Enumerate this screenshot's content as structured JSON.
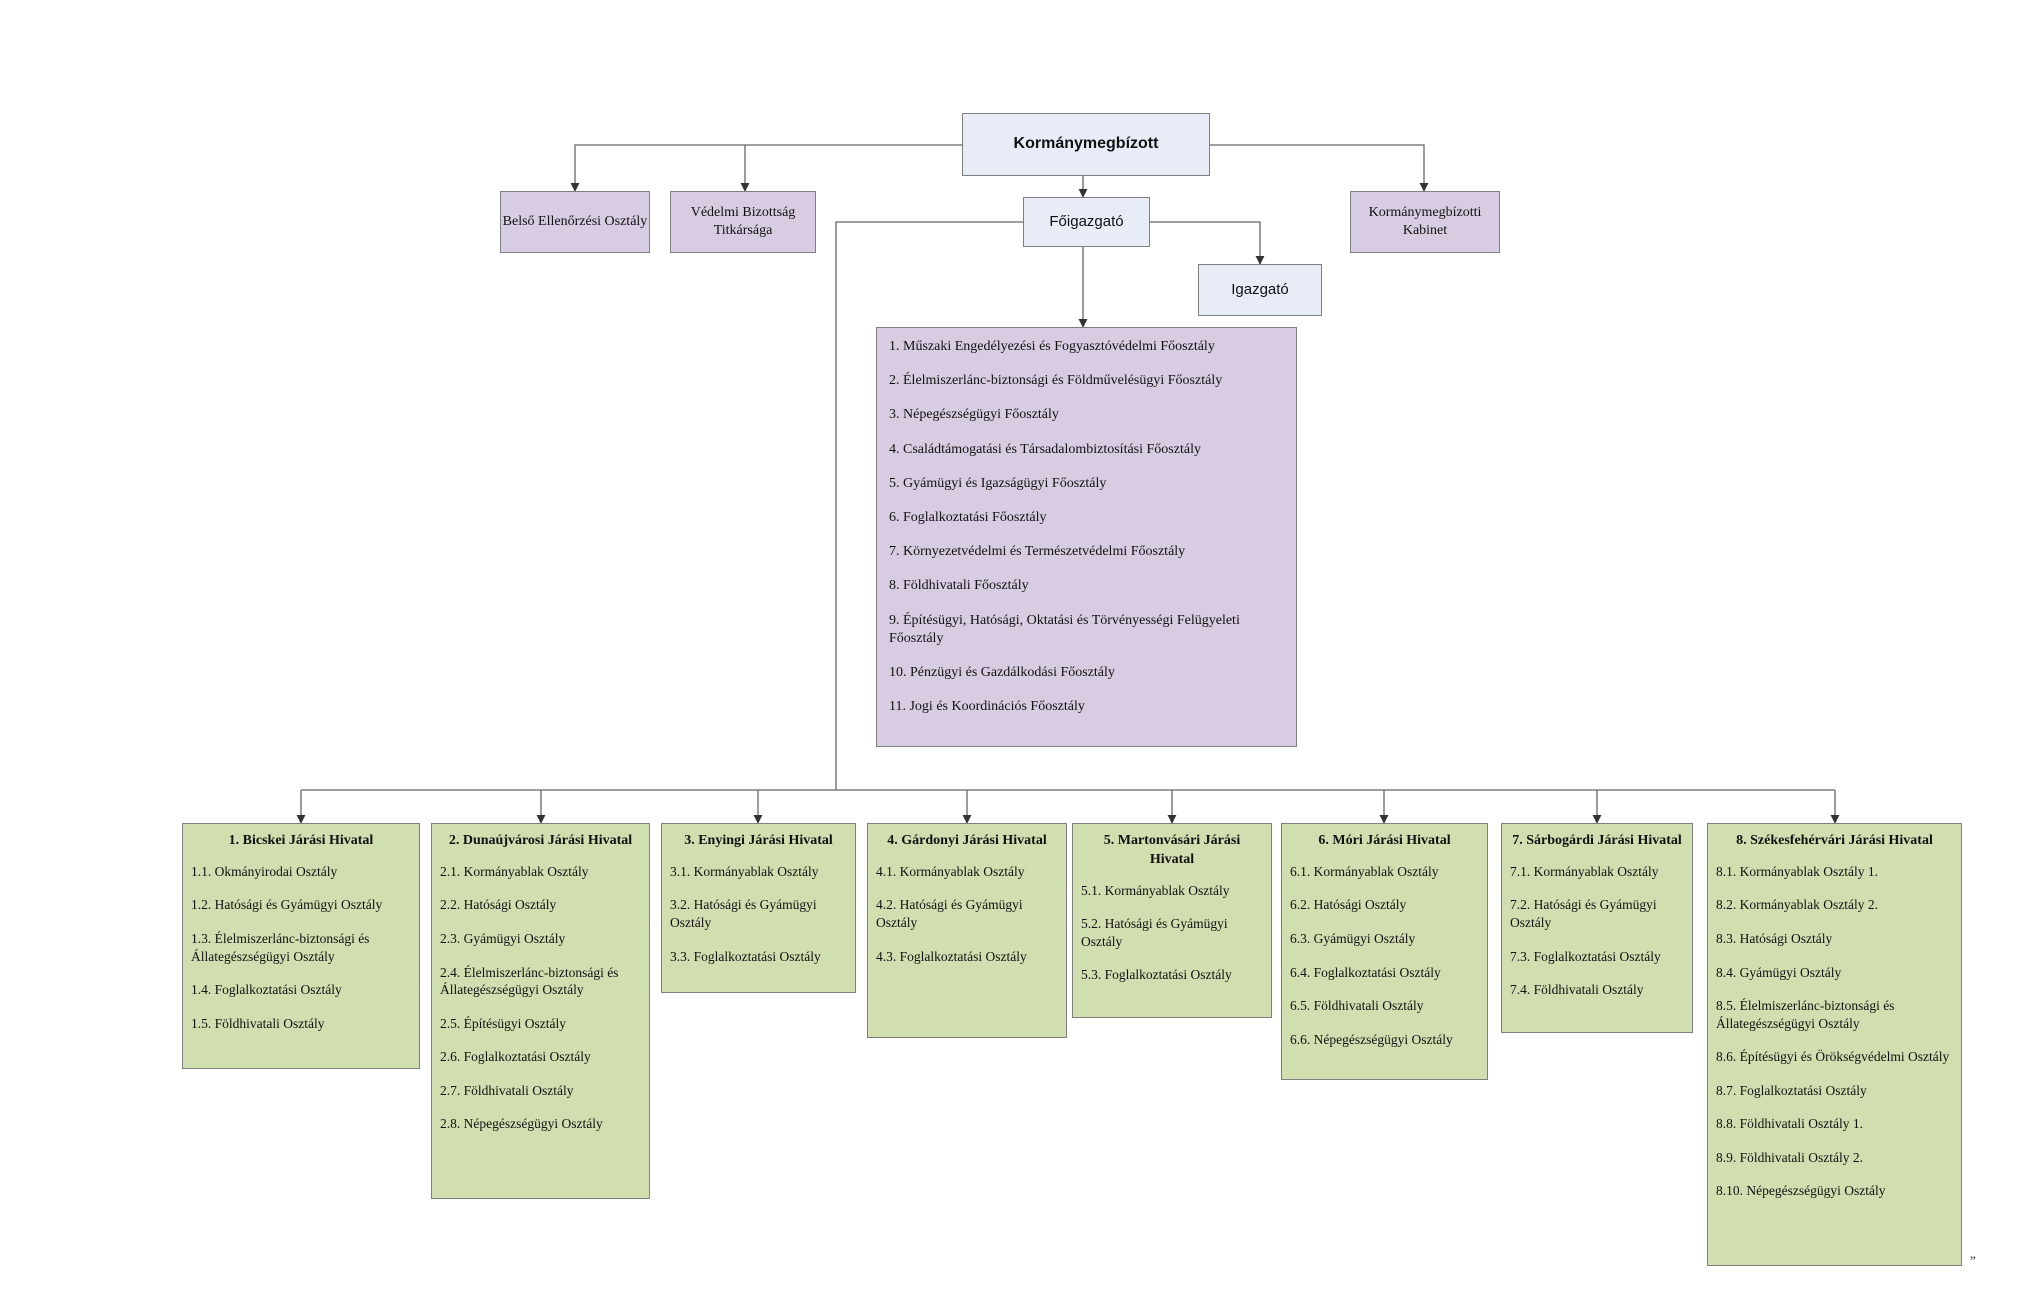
{
  "root": "Kormánymegbízott",
  "director_general": "Főigazgató",
  "director": "Igazgató",
  "staff_units": [
    "Belső Ellenőrzési Osztály",
    "Védelmi Bizottság Titkársága",
    "Kormánymegbízotti Kabinet"
  ],
  "main_departments": [
    "1. Műszaki Engedélyezési és Fogyasztóvédelmi Főosztály",
    "2. Élelmiszerlánc-biztonsági és Földművelésügyi Főosztály",
    "3. Népegészségügyi Főosztály",
    "4. Családtámogatási és Társadalombiztosítási Főosztály",
    "5. Gyámügyi és Igazságügyi Főosztály",
    "6. Foglalkoztatási Főosztály",
    "7. Környezetvédelmi és Természetvédelmi Főosztály",
    "8. Földhivatali Főosztály",
    "9. Építésügyi, Hatósági, Oktatási és Törvényességi Felügyeleti Főosztály",
    "10. Pénzügyi és Gazdálkodási Főosztály",
    "11. Jogi és Koordinációs Főosztály"
  ],
  "districts": [
    {
      "title": "1. Bicskei Járási Hivatal",
      "units": [
        "1.1. Okmányirodai Osztály",
        "1.2. Hatósági és Gyámügyi Osztály",
        "1.3. Élelmiszerlánc-biztonsági és Állategészségügyi Osztály",
        "1.4. Foglalkoztatási Osztály",
        "1.5. Földhivatali Osztály"
      ]
    },
    {
      "title": "2. Dunaújvárosi Járási Hivatal",
      "units": [
        "2.1. Kormányablak Osztály",
        "2.2. Hatósági Osztály",
        "2.3. Gyámügyi Osztály",
        "2.4. Élelmiszerlánc-biztonsági és Állategészségügyi Osztály",
        "2.5. Építésügyi Osztály",
        "2.6. Foglalkoztatási Osztály",
        "2.7. Földhivatali Osztály",
        "2.8. Népegészségügyi Osztály"
      ]
    },
    {
      "title": "3. Enyingi Járási Hivatal",
      "units": [
        "3.1. Kormányablak Osztály",
        "3.2. Hatósági és Gyámügyi Osztály",
        "3.3. Foglalkoztatási Osztály"
      ]
    },
    {
      "title": "4. Gárdonyi Járási Hivatal",
      "units": [
        "4.1. Kormányablak Osztály",
        "4.2. Hatósági és Gyámügyi Osztály",
        "4.3. Foglalkoztatási Osztály"
      ]
    },
    {
      "title": "5. Martonvásári Járási Hivatal",
      "units": [
        "5.1. Kormányablak Osztály",
        "5.2. Hatósági és Gyámügyi Osztály",
        "5.3. Foglalkoztatási Osztály"
      ]
    },
    {
      "title": "6. Móri Járási Hivatal",
      "units": [
        "6.1. Kormányablak Osztály",
        "6.2. Hatósági Osztály",
        "6.3. Gyámügyi Osztály",
        "6.4. Foglalkoztatási Osztály",
        "6.5. Földhivatali Osztály",
        "6.6. Népegészségügyi Osztály"
      ]
    },
    {
      "title": "7. Sárbogárdi Járási Hivatal",
      "units": [
        "7.1. Kormányablak Osztály",
        "7.2. Hatósági és Gyámügyi Osztály",
        "7.3. Foglalkoztatási Osztály",
        "7.4. Földhivatali Osztály"
      ]
    },
    {
      "title": "8. Székesfehérvári Járási Hivatal",
      "units": [
        "8.1. Kormányablak Osztály 1.",
        "8.2. Kormányablak Osztály 2.",
        "8.3. Hatósági Osztály",
        "8.4. Gyámügyi Osztály",
        "8.5. Élelmiszerlánc-biztonsági és Állategészségügyi Osztály",
        "8.6. Építésügyi és Örökségvédelmi Osztály",
        "8.7. Foglalkoztatási Osztály",
        "8.8. Földhivatali Osztály 1.",
        "8.9. Földhivatali Osztály 2.",
        "8.10. Népegészségügyi Osztály"
      ]
    }
  ],
  "corner_mark": "”"
}
